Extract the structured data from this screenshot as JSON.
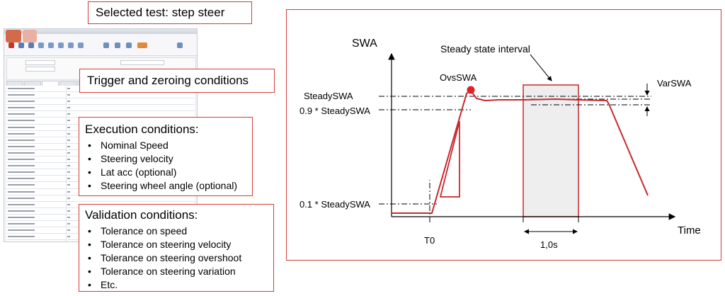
{
  "title_callout": "Selected test: step steer",
  "trigger_callout": "Trigger and zeroing conditions",
  "execution": {
    "title": "Execution conditions:",
    "items": [
      "Nominal Speed",
      "Steering velocity",
      "Lat acc (optional)",
      "Steering wheel angle (optional)"
    ]
  },
  "validation": {
    "title": "Validation conditions:",
    "items": [
      "Tolerance on speed",
      "Tolerance on steering velocity",
      "Tolerance on steering overshoot",
      "Tolerance on steering variation",
      "Etc."
    ]
  },
  "diagram": {
    "y_axis_label": "SWA",
    "x_axis_label": "Time",
    "steady_state_label": "Steady state interval",
    "ovs_label": "OvsSWA",
    "steady_label": "SteadySWA",
    "ninety_label": "0.9 * SteadySWA",
    "ten_label": "0.1 * SteadySWA",
    "var_label": "VarSWA",
    "t0_label": "T0",
    "duration_label": "1,0s"
  },
  "colors": {
    "accent": "#d63b3b",
    "signal": "#c8282d",
    "interval_fill": "#eeeeee"
  }
}
